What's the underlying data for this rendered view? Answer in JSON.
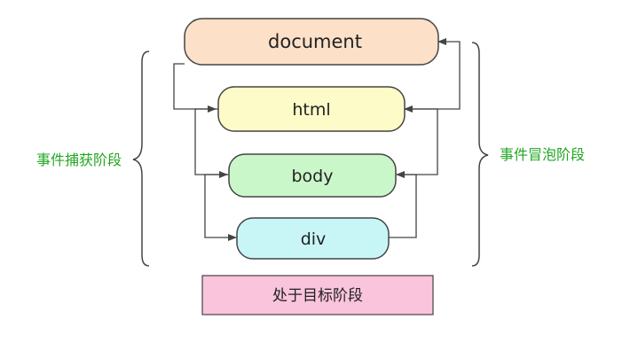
{
  "diagram": {
    "nodes": {
      "document": {
        "label": "document",
        "fill": "#fde0c8"
      },
      "html": {
        "label": "html",
        "fill": "#fdfbc8"
      },
      "body": {
        "label": "body",
        "fill": "#caf7c9"
      },
      "div": {
        "label": "div",
        "fill": "#c8f6f7"
      }
    },
    "capture_phase_label": "事件捕获阶段",
    "bubble_phase_label": "事件冒泡阶段",
    "target_phase_label": "处于目标阶段",
    "colors": {
      "phase_text": "#22a722",
      "target_fill": "#f9c4dc",
      "stroke": "#444444"
    }
  }
}
